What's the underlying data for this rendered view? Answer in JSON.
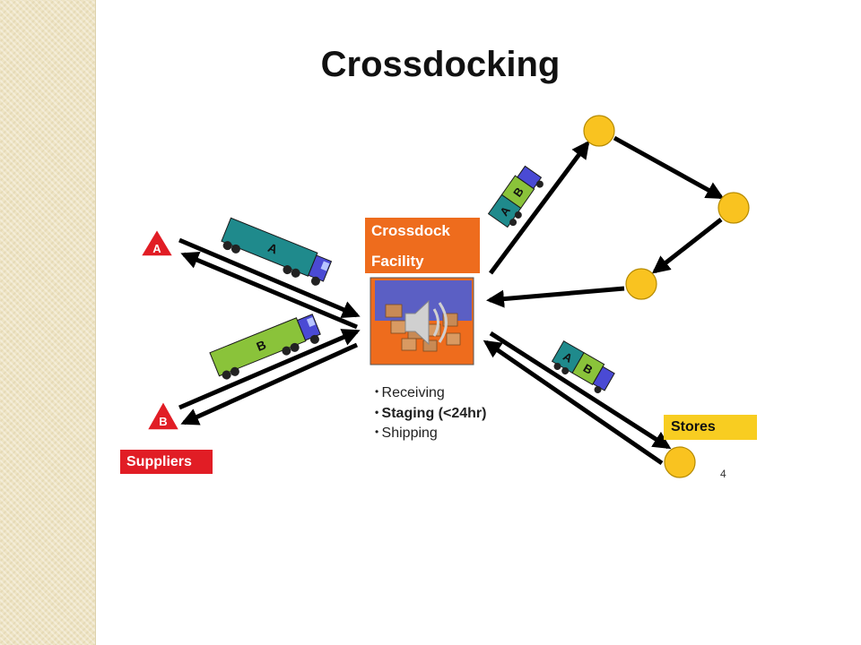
{
  "title": "Crossdocking",
  "facility": {
    "line1": "Crossdock",
    "line2": "Facility"
  },
  "process_steps": [
    {
      "text": "Receiving",
      "bold": false
    },
    {
      "text": "Staging (<24hr)",
      "bold": true
    },
    {
      "text": "Shipping",
      "bold": false
    }
  ],
  "suppliers_label": "Suppliers",
  "stores_label": "Stores",
  "supplier_a": "A",
  "supplier_b": "B",
  "truck_a_label": "A",
  "truck_b_label": "B",
  "page_number": "4",
  "colors": {
    "facility": "#ee6c1d",
    "suppliers": "#e11d25",
    "stores": "#f8cd21",
    "truck_a": "#1f8a8c",
    "truck_b": "#8ac33a",
    "cab": "#4a4ad4",
    "store_node": "#f9c320",
    "arrow": "#000000"
  },
  "icons": [
    "warning-triangle-icon",
    "truck-icon",
    "speaker-icon",
    "boxes-icon"
  ]
}
